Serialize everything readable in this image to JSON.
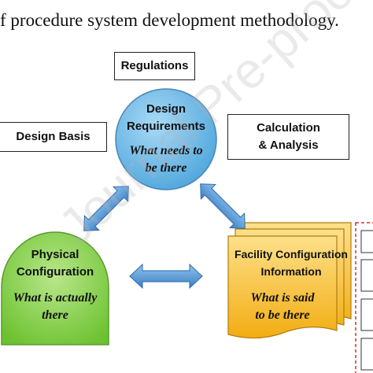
{
  "caption": "f procedure system development methodology.",
  "boxes": {
    "regulations": "Regulations",
    "design_basis": "Design Basis",
    "calculation_line1": "Calculation",
    "calculation_line2": "& Analysis"
  },
  "circle": {
    "title_line1": "Design",
    "title_line2": "Requirements",
    "italic_line1": "What needs to",
    "italic_line2": "be there"
  },
  "physical": {
    "title_line1": "Physical",
    "title_line2": "Configuration",
    "italic_line1": "What is actually",
    "italic_line2": "there"
  },
  "facility": {
    "title_line1": "Facility Configuration",
    "title_line2": "Information",
    "italic_line1": "What is said",
    "italic_line2": "to be there"
  },
  "watermark": "Journal Pre-proof",
  "colors": {
    "circle_fill": "#6fb8e6",
    "physical_fill": "#8fd14f",
    "facility_fill": "#f4bb1c",
    "arrow_fill": "#4f8fd1",
    "dashed_border": "#d03030"
  }
}
